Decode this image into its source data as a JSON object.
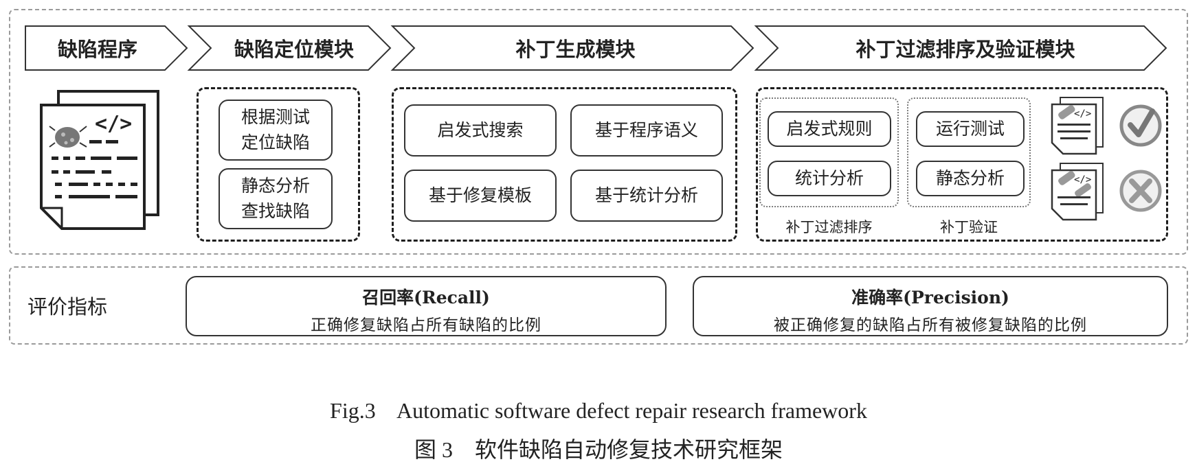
{
  "stages": [
    "缺陷程序",
    "缺陷定位模块",
    "补丁生成模块",
    "补丁过滤排序及验证模块"
  ],
  "localization": [
    "根据测试\n定位缺陷",
    "静态分析\n查找缺陷"
  ],
  "generation": [
    "启发式搜索",
    "基于程序语义",
    "基于修复模板",
    "基于统计分析"
  ],
  "filter": {
    "items": [
      "启发式规则",
      "统计分析"
    ],
    "label": "补丁过滤排序"
  },
  "verify": {
    "items": [
      "运行测试",
      "静态分析"
    ],
    "label": "补丁验证"
  },
  "code_glyph": "</>",
  "metrics": {
    "label": "评价指标",
    "recall": {
      "title": "召回率(Recall)",
      "desc": "正确修复缺陷占所有缺陷的比例"
    },
    "precision": {
      "title": "准确率(Precision)",
      "desc": "被正确修复的缺陷占所有被修复缺陷的比例"
    }
  },
  "caption": {
    "en": "Fig.3    Automatic software defect repair research framework",
    "zh": "图 3    软件缺陷自动修复技术研究框架"
  },
  "icons": [
    "buggy-document-icon",
    "patch-document-icon",
    "check-icon",
    "cross-icon",
    "bandage-icon"
  ],
  "colors": {
    "line": "#1e1e1e",
    "outer_border": "#9a9a9a",
    "icon_gray": "#8a8a8a"
  }
}
